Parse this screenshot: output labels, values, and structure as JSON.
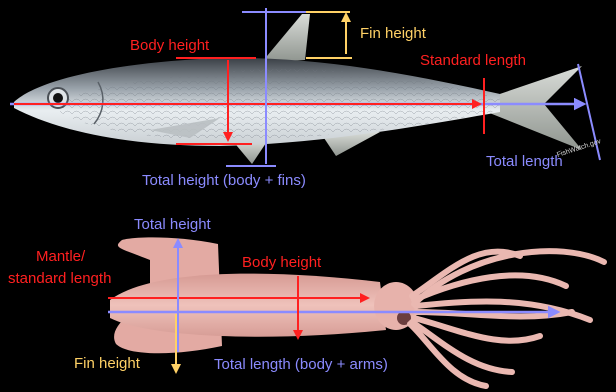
{
  "fish": {
    "labels": {
      "body_height": "Body height",
      "fin_height": "Fin height",
      "standard_length": "Standard length",
      "total_length": "Total length",
      "total_height": "Total height (body + fins)"
    },
    "credit": "FishWatch.gov"
  },
  "squid": {
    "labels": {
      "total_height": "Total height",
      "mantle_line1": "Mantle/",
      "mantle_line2": "standard length",
      "body_height": "Body height",
      "fin_height": "Fin height",
      "total_length": "Total length (body + arms)"
    }
  },
  "colors": {
    "red": "#ff2020",
    "blue": "#8b8bff",
    "yellow": "#ffd166",
    "background": "#000000"
  }
}
